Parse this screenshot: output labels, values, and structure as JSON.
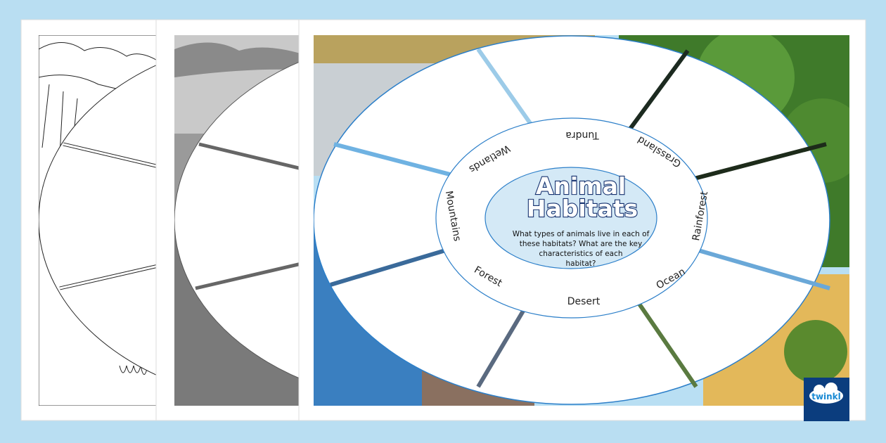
{
  "worksheet": {
    "title_line1": "Animal",
    "title_line2": "Habitats",
    "question_lines": [
      "What types of animals live in each of",
      "these habitats? What are the key",
      "characteristics of each",
      "habitat?"
    ],
    "habitats": [
      "Tundra",
      "Grassland",
      "Rainforest",
      "Ocean",
      "Desert",
      "Forest",
      "Mountains",
      "Wetlands"
    ]
  },
  "brand": {
    "logo_text": "twinkl",
    "logo_bg": "#0b3d7e"
  },
  "colors": {
    "background": "#b9def2",
    "accent": "#2c7fc9",
    "center_fill": "#d4e9f6"
  }
}
